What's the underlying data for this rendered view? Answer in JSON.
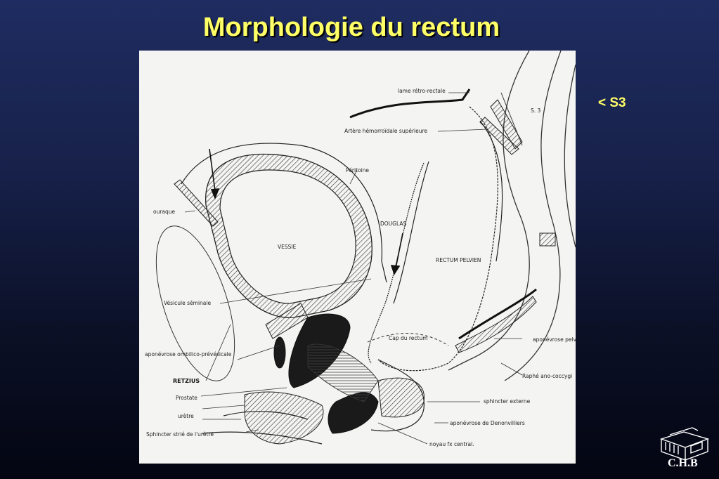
{
  "slide": {
    "title": "Morphologie du rectum",
    "annotation": "<  S3",
    "logo_text": "C.H.B"
  },
  "diagram": {
    "labels": {
      "lame": "lame rétro-rectale",
      "s3": "S. 3",
      "artere": "Artère hémorroïdale supérieure",
      "peritoine": "Péritoine",
      "ouraque": "ouraque",
      "douglas": "DOUGLAS",
      "vessie": "VESSIE",
      "rectum_pelvien": "RECTUM PELVIEN",
      "vesicule": "Vésicule séminale",
      "cap": "Cap du rectum",
      "aponevrose_ombilico": "aponévrose ombilico-prévésicale",
      "aponevrose_pelv": "aponévrose pelv",
      "retzius": "RETZIUS",
      "raphe": "Raphé ano-coccygi",
      "prostate": "Prostate",
      "sphincter_externe": "sphincter externe",
      "uretre": "urètre",
      "denonvilliers": "aponévrose de Denonvilliers",
      "sphincter_strie": "Sphincter strié de l'urètre",
      "noyau": "noyau fx central."
    }
  }
}
